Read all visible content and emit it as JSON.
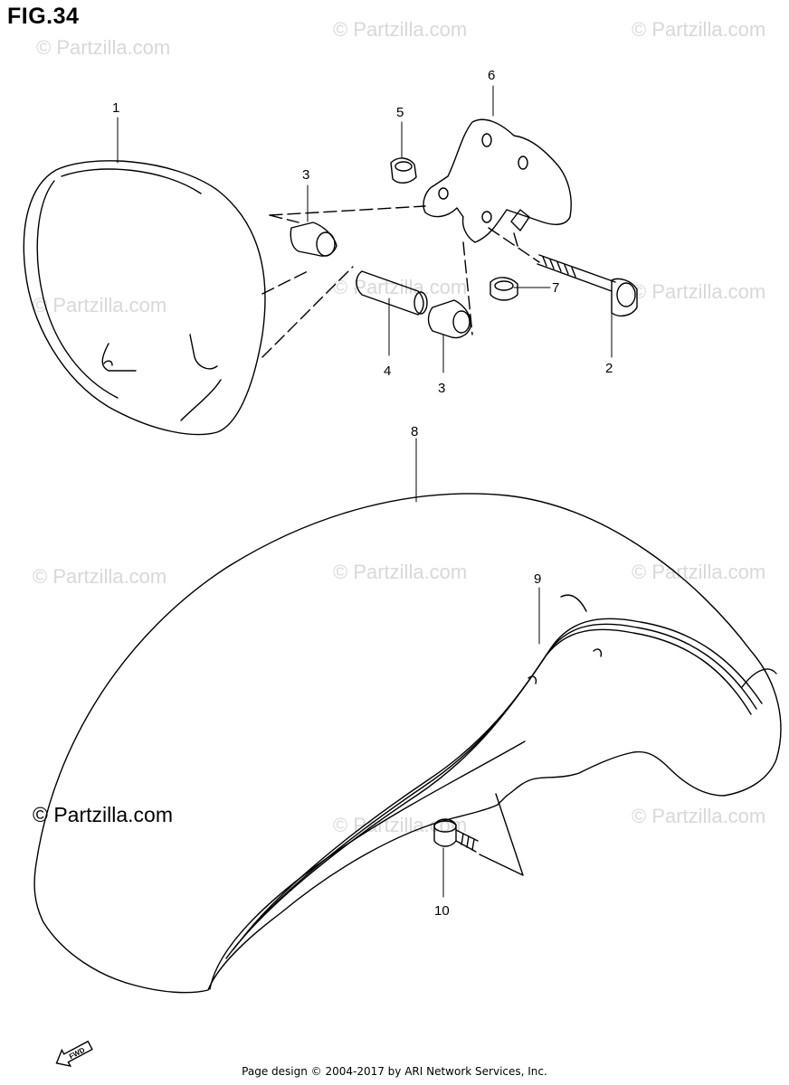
{
  "figure": {
    "title": "FIG.34"
  },
  "callouts": [
    {
      "id": "c1",
      "text": "1"
    },
    {
      "id": "c2",
      "text": "2"
    },
    {
      "id": "c3a",
      "text": "3"
    },
    {
      "id": "c3b",
      "text": "3"
    },
    {
      "id": "c4",
      "text": "4"
    },
    {
      "id": "c5",
      "text": "5"
    },
    {
      "id": "c6",
      "text": "6"
    },
    {
      "id": "c7",
      "text": "7"
    },
    {
      "id": "c8",
      "text": "8"
    },
    {
      "id": "c9",
      "text": "9"
    },
    {
      "id": "c10",
      "text": "10"
    }
  ],
  "watermark": {
    "text": "© Partzilla.com",
    "prominent": "© Partzilla.com"
  },
  "fwd_marker": {
    "label": "FWD"
  },
  "footer": {
    "text": "Page design © 2004-2017 by ARI Network Services, Inc."
  },
  "colors": {
    "line": "#000000",
    "watermark": "#d8d8d8",
    "background": "#ffffff"
  }
}
